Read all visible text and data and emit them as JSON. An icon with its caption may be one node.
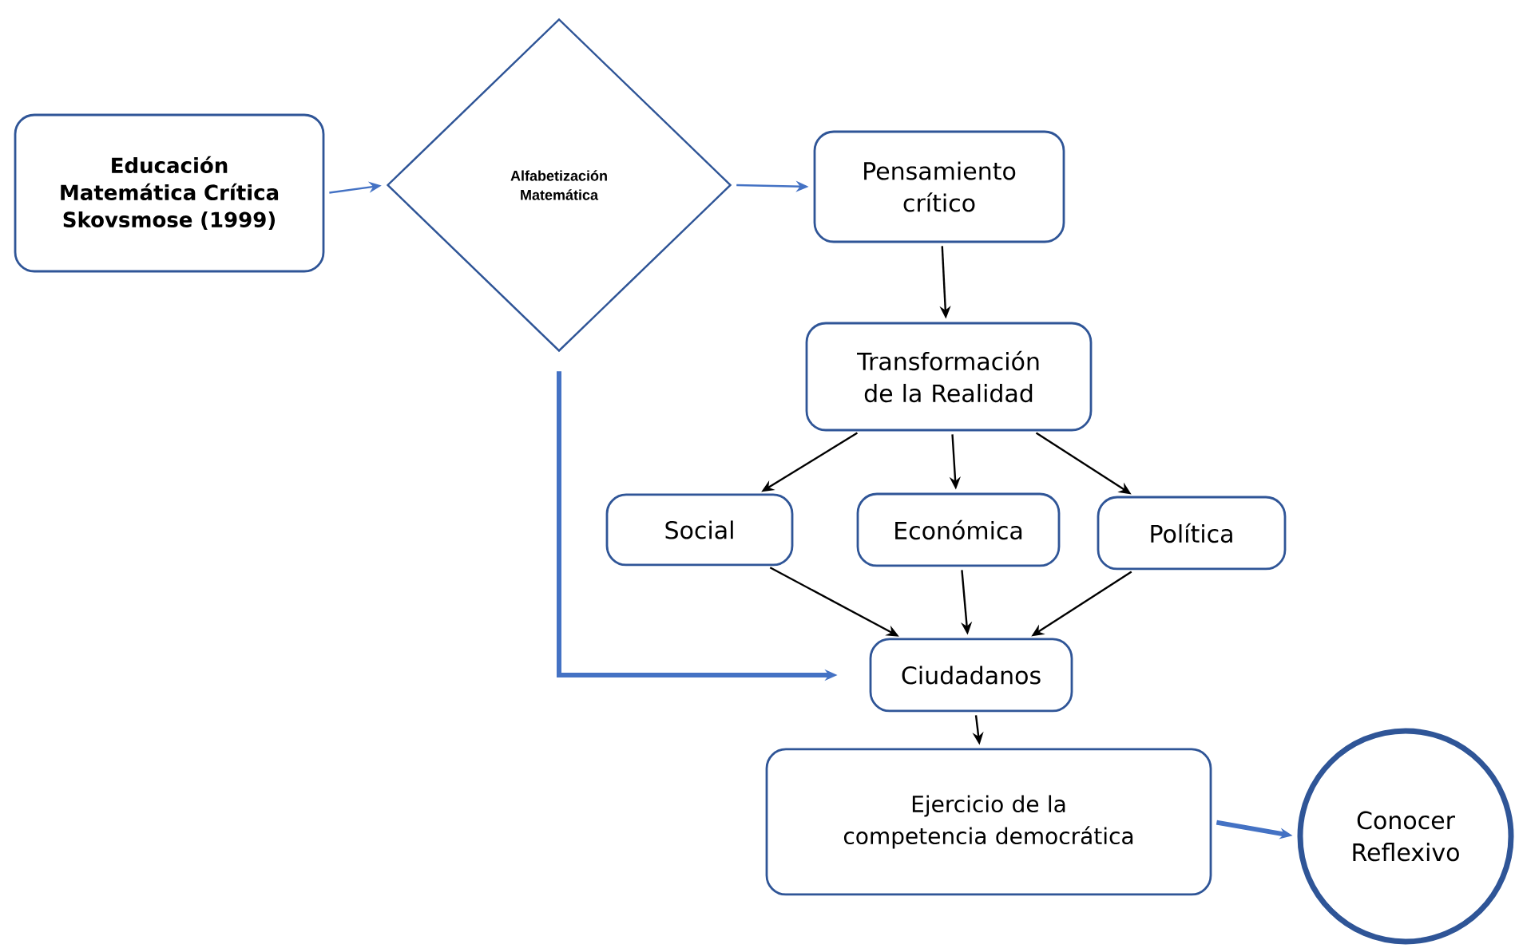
{
  "diagram": {
    "nodes": [
      {
        "text": [
          "Educación Matemática Crítica Skovsmose (1999)"
        ]
      },
      {
        "text": [
          "Alfabetización Matemática"
        ]
      },
      {
        "text": [
          "Pensamiento crítico"
        ]
      },
      {
        "text": [
          "Transformación de la Realidad"
        ]
      },
      {
        "text": [
          "Social"
        ]
      },
      {
        "text": [
          "Económica"
        ]
      },
      {
        "text": [
          "Política"
        ]
      },
      {
        "text": [
          "Ciudadanos"
        ]
      },
      {
        "text": [
          "Ejercicio de la competencia democrática"
        ]
      },
      {
        "text": [
          "Conocer Reflexivo"
        ]
      }
    ],
    "edges": [
      {
        "from": 0,
        "to": 1,
        "arrow": "to",
        "color": "#4472c4"
      },
      {
        "from": 1,
        "to": 2,
        "arrow": "to",
        "color": "#4472c4"
      },
      {
        "from": 2,
        "to": 3,
        "arrow": "to"
      },
      {
        "from": 3,
        "to": 4,
        "arrow": "to"
      },
      {
        "from": 3,
        "to": 5,
        "arrow": "to"
      },
      {
        "from": 3,
        "to": 6,
        "arrow": "to"
      },
      {
        "from": 4,
        "to": 7,
        "arrow": "to"
      },
      {
        "from": 5,
        "to": 7,
        "arrow": "to"
      },
      {
        "from": 6,
        "to": 7,
        "arrow": "to"
      },
      {
        "from": 1,
        "to": 7,
        "arrow": "to",
        "style": "thick",
        "color": "#4472c4"
      },
      {
        "from": 7,
        "to": 8,
        "arrow": "to"
      },
      {
        "from": 8,
        "to": 9,
        "arrow": "to",
        "style": "thick",
        "color": "#4472c4"
      }
    ]
  }
}
